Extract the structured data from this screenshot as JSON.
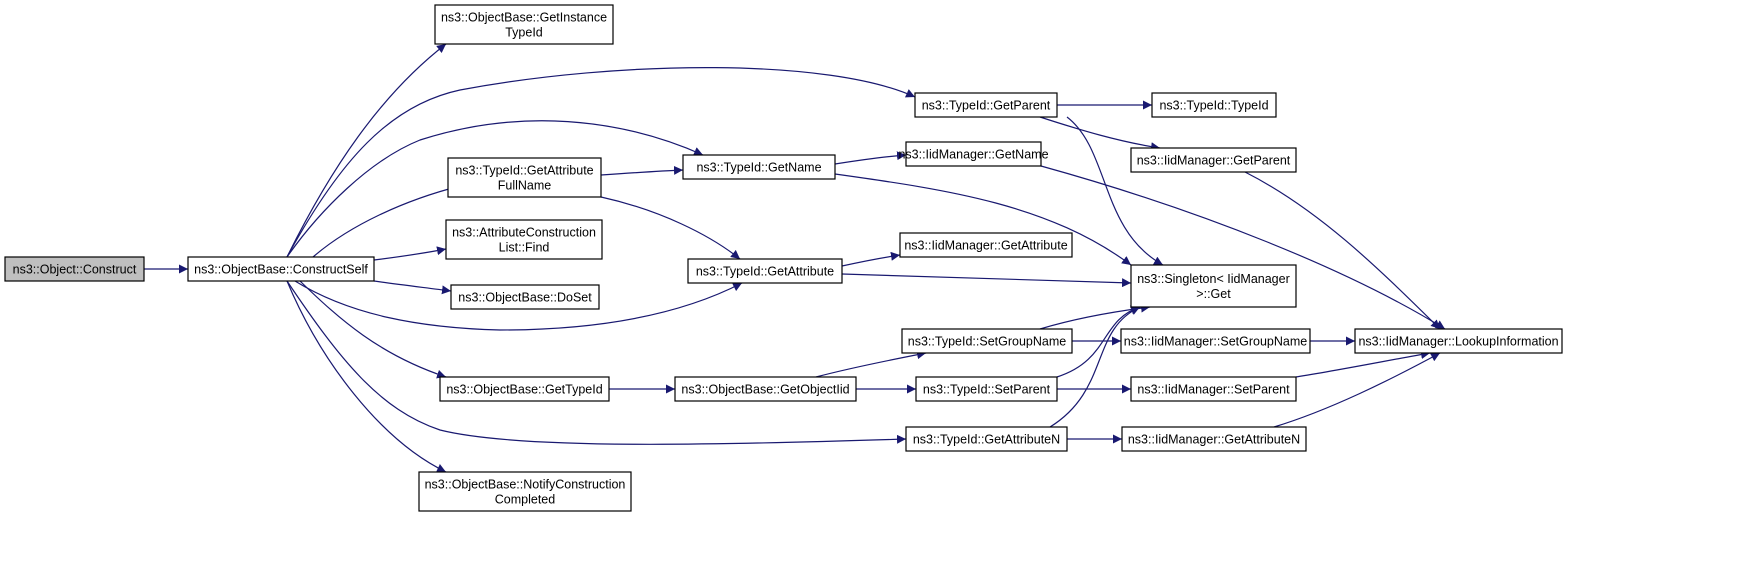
{
  "graph": {
    "colors": {
      "edge": "#191970",
      "root_fill": "#bfbfbf",
      "node_fill": "#ffffff",
      "border": "#000000"
    },
    "nodes": [
      {
        "id": "n_construct",
        "lines": [
          "ns3::Object::Construct"
        ],
        "root": true
      },
      {
        "id": "n_constructself",
        "lines": [
          "ns3::ObjectBase::ConstructSelf"
        ]
      },
      {
        "id": "n_getinstance",
        "lines": [
          "ns3::ObjectBase::GetInstance",
          "TypeId"
        ]
      },
      {
        "id": "n_getattrfull",
        "lines": [
          "ns3::TypeId::GetAttribute",
          "FullName"
        ]
      },
      {
        "id": "n_acfind",
        "lines": [
          "ns3::AttributeConstruction",
          "List::Find"
        ]
      },
      {
        "id": "n_doset",
        "lines": [
          "ns3::ObjectBase::DoSet"
        ]
      },
      {
        "id": "n_gettypeid",
        "lines": [
          "ns3::ObjectBase::GetTypeId"
        ]
      },
      {
        "id": "n_notify",
        "lines": [
          "ns3::ObjectBase::NotifyConstruction",
          "Completed"
        ]
      },
      {
        "id": "n_getname",
        "lines": [
          "ns3::TypeId::GetName"
        ]
      },
      {
        "id": "n_getattribute",
        "lines": [
          "ns3::TypeId::GetAttribute"
        ]
      },
      {
        "id": "n_getobjectiid",
        "lines": [
          "ns3::ObjectBase::GetObjectIid"
        ]
      },
      {
        "id": "n_getparent",
        "lines": [
          "ns3::TypeId::GetParent"
        ]
      },
      {
        "id": "n_iid_getname",
        "lines": [
          "ns3::IidManager::GetName"
        ]
      },
      {
        "id": "n_iid_getattribute",
        "lines": [
          "ns3::IidManager::GetAttribute"
        ]
      },
      {
        "id": "n_setgroupname",
        "lines": [
          "ns3::TypeId::SetGroupName"
        ]
      },
      {
        "id": "n_setparent",
        "lines": [
          "ns3::TypeId::SetParent"
        ]
      },
      {
        "id": "n_getattributen",
        "lines": [
          "ns3::TypeId::GetAttributeN"
        ]
      },
      {
        "id": "n_typeid_typeid",
        "lines": [
          "ns3::TypeId::TypeId"
        ]
      },
      {
        "id": "n_iid_getparent",
        "lines": [
          "ns3::IidManager::GetParent"
        ]
      },
      {
        "id": "n_singleton_get",
        "lines": [
          "ns3::Singleton< IidManager",
          ">::Get"
        ]
      },
      {
        "id": "n_iid_setgroupname",
        "lines": [
          "ns3::IidManager::SetGroupName"
        ]
      },
      {
        "id": "n_iid_setparent",
        "lines": [
          "ns3::IidManager::SetParent"
        ]
      },
      {
        "id": "n_iid_getattributen",
        "lines": [
          "ns3::IidManager::GetAttributeN"
        ]
      },
      {
        "id": "n_lookup",
        "lines": [
          "ns3::IidManager::LookupInformation"
        ]
      }
    ],
    "edges": [
      {
        "from": "n_construct",
        "to": "n_constructself"
      },
      {
        "from": "n_constructself",
        "to": "n_getinstance"
      },
      {
        "from": "n_constructself",
        "to": "n_getparent"
      },
      {
        "from": "n_constructself",
        "to": "n_getname"
      },
      {
        "from": "n_constructself",
        "to": "n_getattrfull"
      },
      {
        "from": "n_constructself",
        "to": "n_acfind"
      },
      {
        "from": "n_constructself",
        "to": "n_doset"
      },
      {
        "from": "n_constructself",
        "to": "n_getattribute"
      },
      {
        "from": "n_constructself",
        "to": "n_gettypeid"
      },
      {
        "from": "n_constructself",
        "to": "n_getattributen"
      },
      {
        "from": "n_constructself",
        "to": "n_notify"
      },
      {
        "from": "n_getattrfull",
        "to": "n_getname"
      },
      {
        "from": "n_getattrfull",
        "to": "n_getattribute"
      },
      {
        "from": "n_gettypeid",
        "to": "n_getobjectiid"
      },
      {
        "from": "n_getname",
        "to": "n_iid_getname"
      },
      {
        "from": "n_getname",
        "to": "n_singleton_get"
      },
      {
        "from": "n_getattribute",
        "to": "n_iid_getattribute"
      },
      {
        "from": "n_getattribute",
        "to": "n_singleton_get"
      },
      {
        "from": "n_getobjectiid",
        "to": "n_setgroupname"
      },
      {
        "from": "n_getobjectiid",
        "to": "n_setparent"
      },
      {
        "from": "n_getparent",
        "to": "n_typeid_typeid"
      },
      {
        "from": "n_getparent",
        "to": "n_iid_getparent"
      },
      {
        "from": "n_getparent",
        "to": "n_singleton_get"
      },
      {
        "from": "n_iid_getname",
        "to": "n_lookup"
      },
      {
        "from": "n_iid_getparent",
        "to": "n_lookup"
      },
      {
        "from": "n_setgroupname",
        "to": "n_singleton_get"
      },
      {
        "from": "n_setgroupname",
        "to": "n_iid_setgroupname"
      },
      {
        "from": "n_setparent",
        "to": "n_singleton_get"
      },
      {
        "from": "n_setparent",
        "to": "n_iid_setparent"
      },
      {
        "from": "n_getattributen",
        "to": "n_singleton_get"
      },
      {
        "from": "n_getattributen",
        "to": "n_iid_getattributen"
      },
      {
        "from": "n_iid_setgroupname",
        "to": "n_lookup"
      },
      {
        "from": "n_iid_setparent",
        "to": "n_lookup"
      },
      {
        "from": "n_iid_getattributen",
        "to": "n_lookup"
      }
    ]
  }
}
